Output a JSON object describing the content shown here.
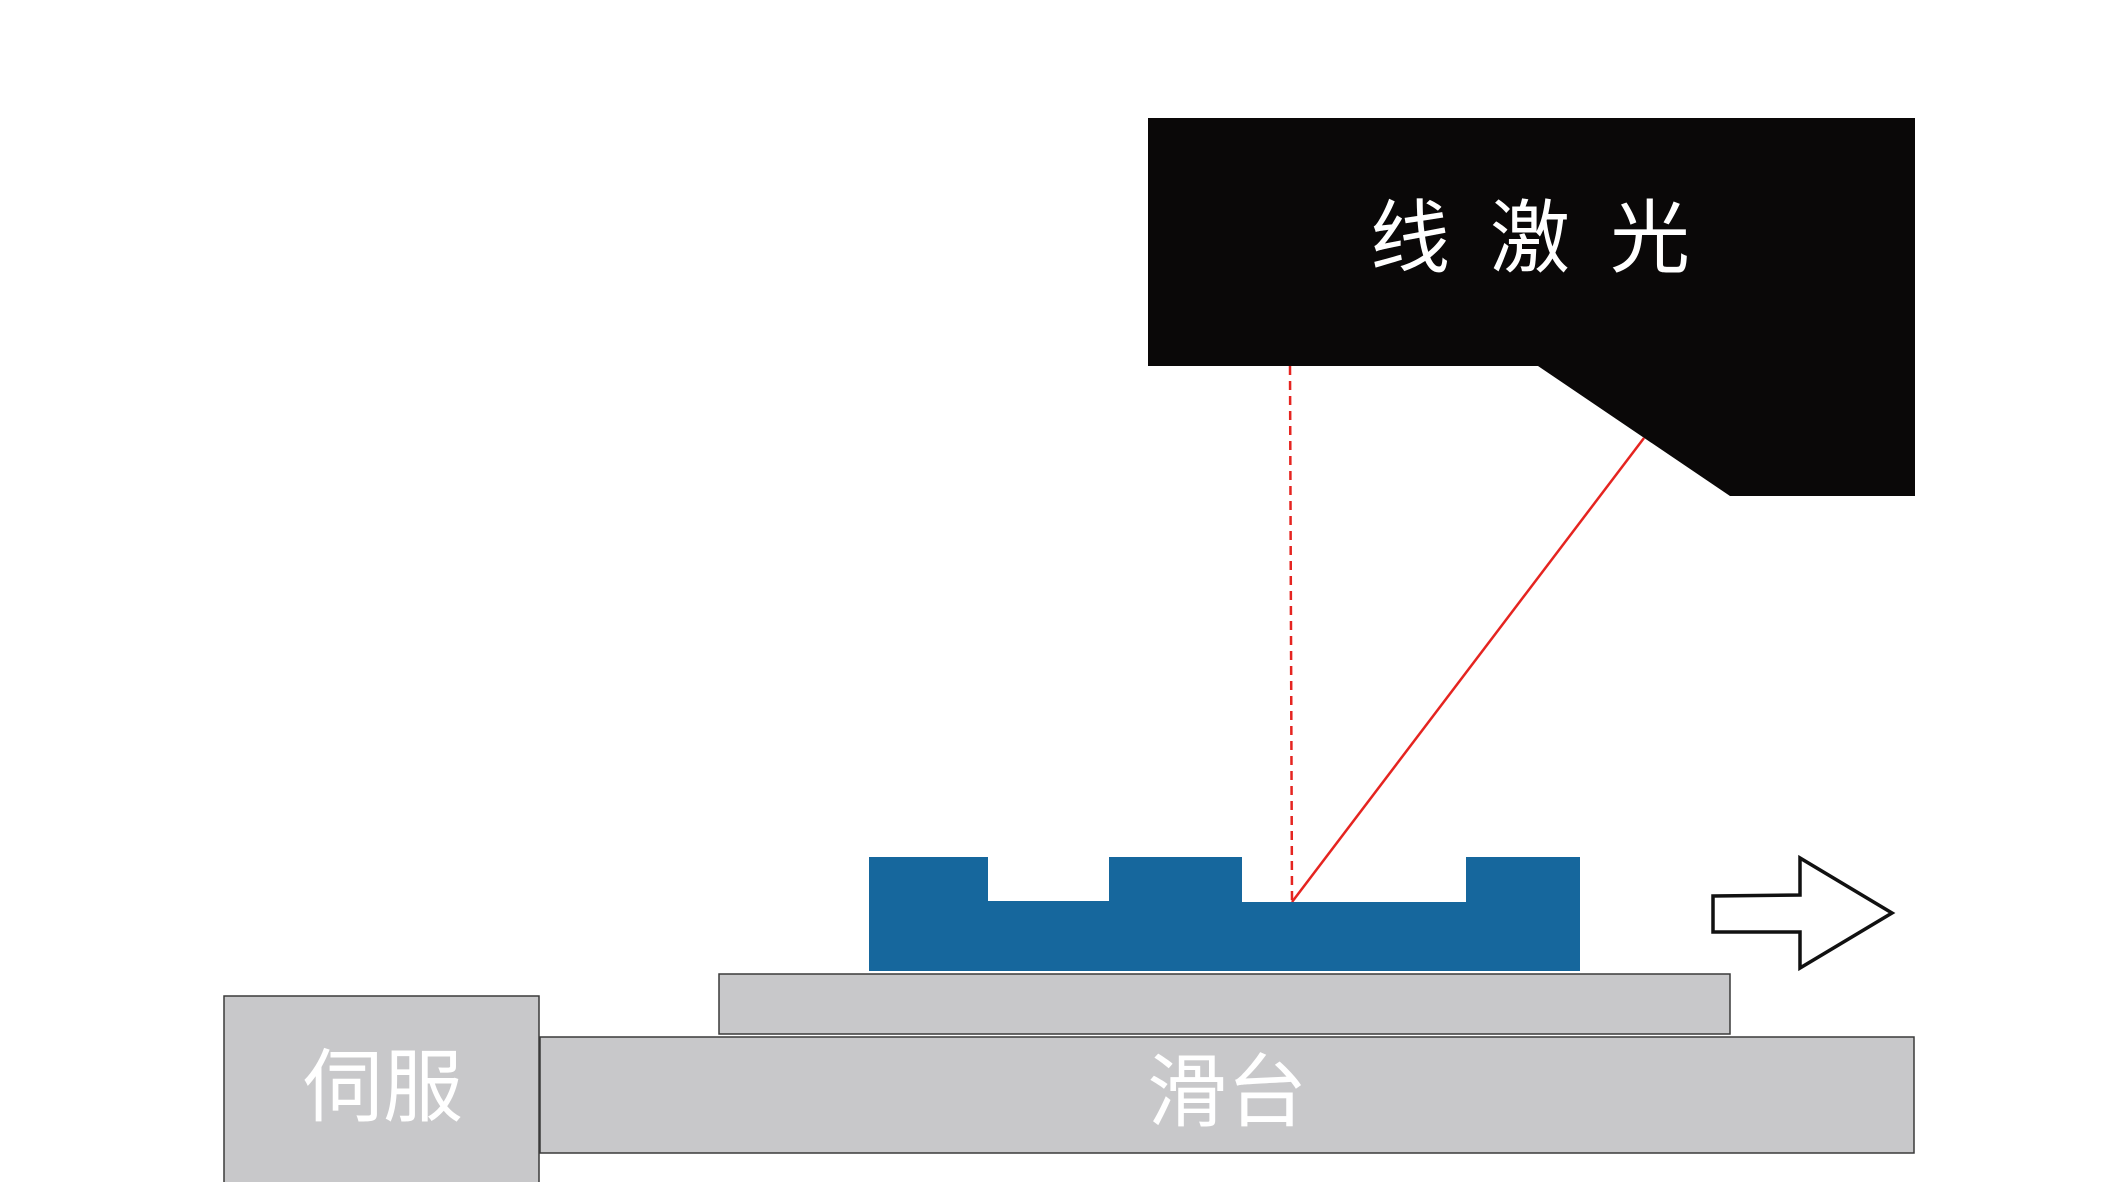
{
  "laser_sensor": {
    "label": "线激光",
    "color": "#0a0808"
  },
  "servo": {
    "label": "伺服",
    "color": "#c8c8ca"
  },
  "slide_stage": {
    "label": "滑台",
    "color": "#c8c8ca"
  },
  "carrier_plate": {
    "color": "#c8c8ca"
  },
  "workpiece": {
    "color": "#16679d"
  },
  "laser_beams": {
    "color": "#e52420"
  },
  "motion_arrow": {
    "direction": "right",
    "icon": "arrow-right-icon"
  }
}
